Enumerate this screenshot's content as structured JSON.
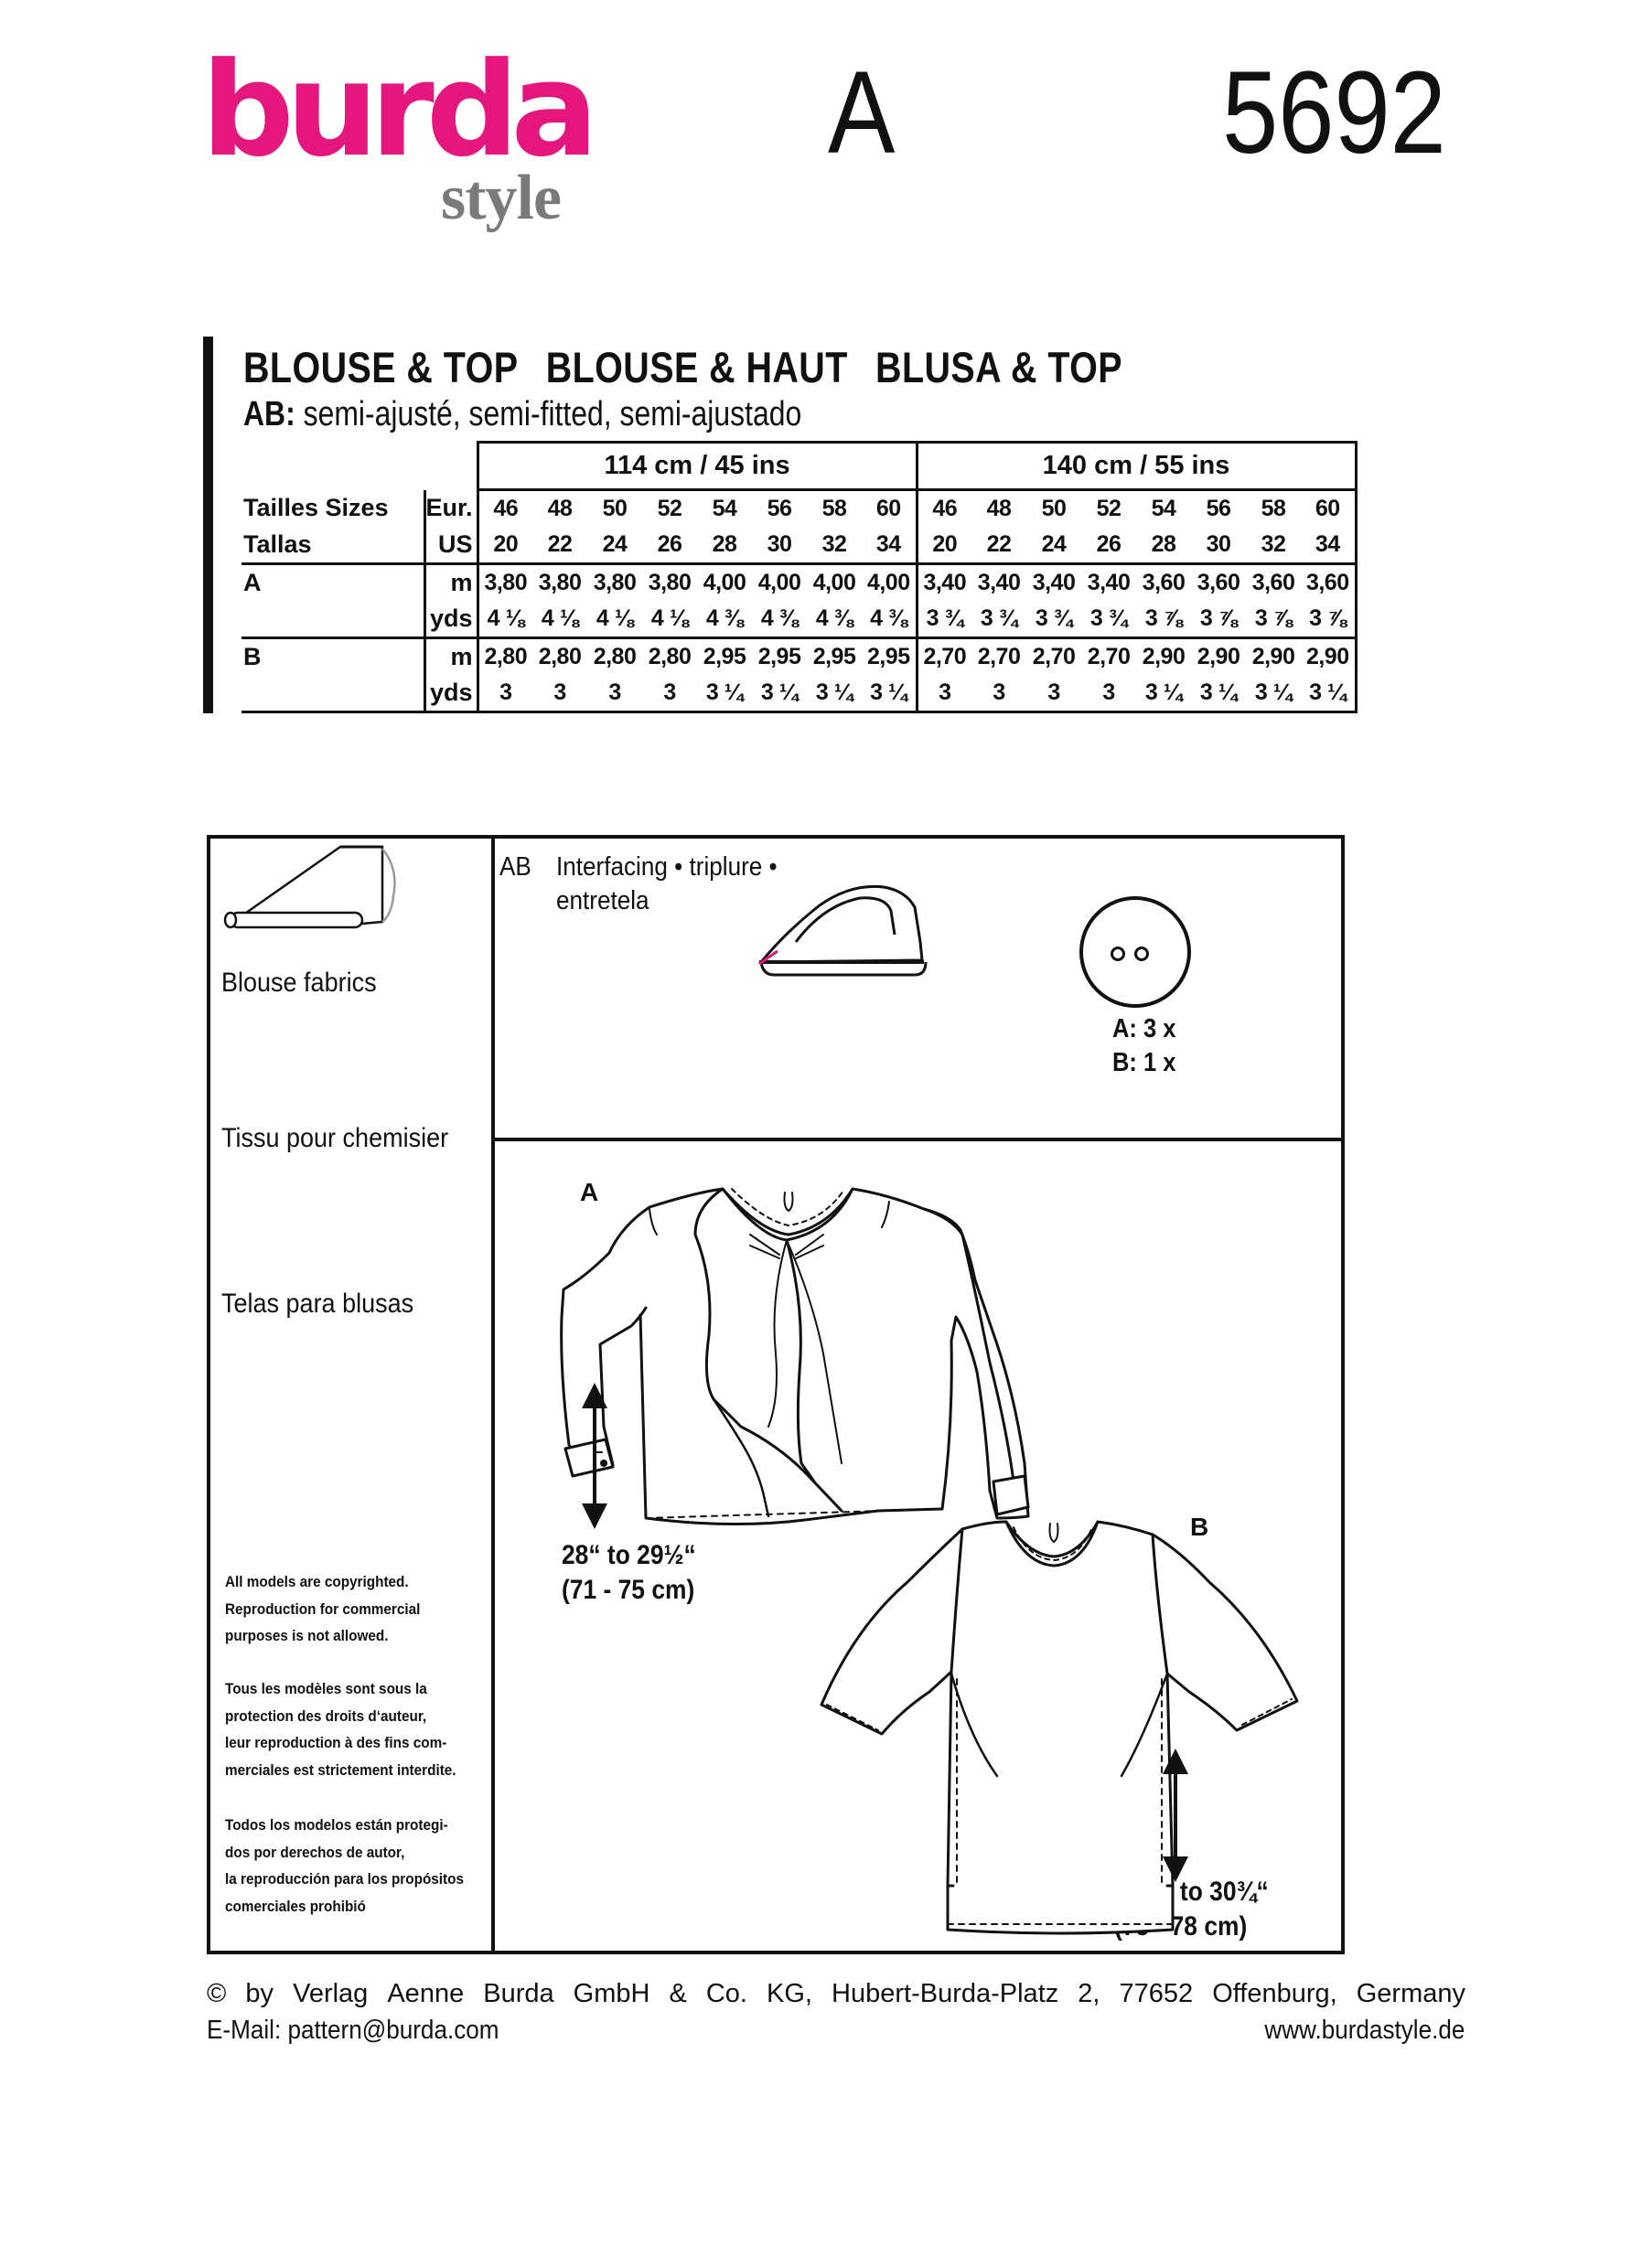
{
  "brand": {
    "name": "burda",
    "sub": "style",
    "color": "#e6167f"
  },
  "view_letter": "A",
  "pattern_number": "5692",
  "title": [
    "BLOUSE & TOP",
    "BLOUSE & HAUT",
    "BLUSA & TOP"
  ],
  "fit": {
    "prefix": "AB:",
    "text": "semi-ajusté, semi-fitted, semi-ajustado"
  },
  "table": {
    "width_headers": [
      "114 cm / 45 ins",
      "140 cm / 55 ins"
    ],
    "size_labels": {
      "line1": "Tailles  Sizes",
      "line2": "Tallas"
    },
    "eur_label": "Eur.",
    "us_label": "US",
    "eur_sizes": [
      "46",
      "48",
      "50",
      "52",
      "54",
      "56",
      "58",
      "60",
      "46",
      "48",
      "50",
      "52",
      "54",
      "56",
      "58",
      "60"
    ],
    "us_sizes": [
      "20",
      "22",
      "24",
      "26",
      "28",
      "30",
      "32",
      "34",
      "20",
      "22",
      "24",
      "26",
      "28",
      "30",
      "32",
      "34"
    ],
    "rows": [
      {
        "view": "A",
        "unit": "m",
        "values": [
          "3,80",
          "3,80",
          "3,80",
          "3,80",
          "4,00",
          "4,00",
          "4,00",
          "4,00",
          "3,40",
          "3,40",
          "3,40",
          "3,40",
          "3,60",
          "3,60",
          "3,60",
          "3,60"
        ]
      },
      {
        "view": "",
        "unit": "yds",
        "values": [
          "4 ⅛",
          "4 ⅛",
          "4 ⅛",
          "4 ⅛",
          "4 ⅜",
          "4 ⅜",
          "4 ⅜",
          "4 ⅜",
          "3 ¾",
          "3 ¾",
          "3 ¾",
          "3 ¾",
          "3 ⅞",
          "3 ⅞",
          "3 ⅞",
          "3 ⅞"
        ]
      },
      {
        "view": "B",
        "unit": "m",
        "values": [
          "2,80",
          "2,80",
          "2,80",
          "2,80",
          "2,95",
          "2,95",
          "2,95",
          "2,95",
          "2,70",
          "2,70",
          "2,70",
          "2,70",
          "2,90",
          "2,90",
          "2,90",
          "2,90"
        ]
      },
      {
        "view": "",
        "unit": "yds",
        "values": [
          "3",
          "3",
          "3",
          "3",
          "3 ¼",
          "3 ¼",
          "3 ¼",
          "3 ¼",
          "3",
          "3",
          "3",
          "3",
          "3 ¼",
          "3 ¼",
          "3 ¼",
          "3 ¼"
        ]
      }
    ]
  },
  "fabrics": [
    "Blouse fabrics",
    "Tissu pour chemisier",
    "Telas para blusas"
  ],
  "interfacing": {
    "tag": "AB",
    "line1": "Interfacing • triplure •",
    "line2": "entretela"
  },
  "buttons": {
    "a": "A: 3 x",
    "b": "B: 1 x"
  },
  "copyright_notice": {
    "en": [
      "All models are copyrighted.",
      "Reproduction for commercial",
      "purposes is not allowed."
    ],
    "fr": [
      "Tous les modèles sont sous la",
      "protection des droits d‘auteur,",
      "leur reproduction à des fins com-",
      "merciales est strictement interdite."
    ],
    "es": [
      "Todos los modelos están protegi-",
      "dos por derechos de autor,",
      "la reproducción para los propósitos",
      "comerciales prohibió"
    ]
  },
  "views": {
    "a": {
      "label": "A",
      "length_in": "28“ to 29½“",
      "length_cm": "(71 - 75 cm)"
    },
    "b": {
      "label": "B",
      "length_in": "29½“ to 30¾“",
      "length_cm": "(75 - 78 cm)"
    }
  },
  "footer": {
    "line1": [
      "©",
      "by",
      "Verlag",
      "Aenne",
      "Burda",
      "GmbH",
      "&",
      "Co.",
      "KG,",
      "Hubert-Burda-Platz",
      "2,",
      "77652",
      "Offenburg,",
      "Germany"
    ],
    "email": "E-Mail: pattern@burda.com",
    "website": "www.burdastyle.de"
  }
}
